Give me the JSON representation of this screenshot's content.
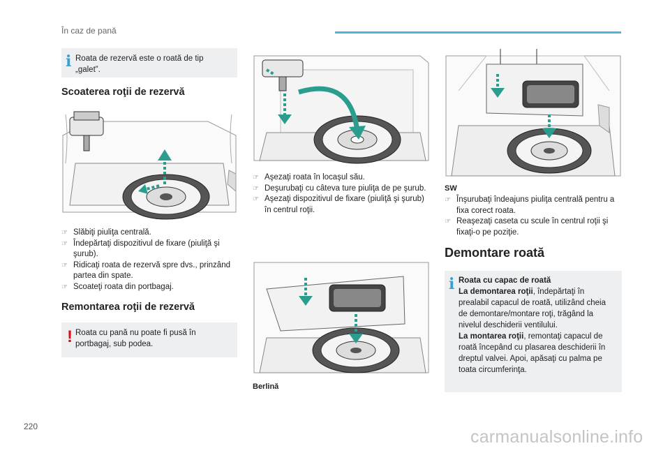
{
  "header": {
    "title": "În caz de pană"
  },
  "page_number": "220",
  "watermark": "carmanualsonline.info",
  "col1": {
    "info_text": "Roata de rezervă este o roată de tip „galet”.",
    "section1_title": "Scoaterea roţii de rezervă",
    "steps1": [
      "Slăbiţi piuliţa centrală.",
      "Îndepărtaţi dispozitivul de fixare (piuliţă şi şurub).",
      "Ridicaţi roata de rezervă spre dvs., prinzând partea din spate.",
      "Scoateţi roata din portbagaj."
    ],
    "section2_title": "Remontarea roţii de rezervă",
    "warning_text": "Roata cu pană nu poate fi pusă în portbagaj, sub podea."
  },
  "col2": {
    "steps": [
      "Aşezaţi roata în locaşul său.",
      "Deşurubaţi cu câteva ture piuliţa de pe şurub.",
      "Aşezaţi dispozitivul de fixare (piuliţă şi şurub) în centrul roţii."
    ],
    "caption": "Berlină"
  },
  "col3": {
    "sw_label": "SW",
    "sw_steps": [
      "Înşurubaţi îndeajuns piuliţa centrală pentru a fixa corect roata.",
      "Reaşezaţi caseta cu scule în centrul roţii şi fixaţi-o pe poziţie."
    ],
    "section_title": "Demontare roată",
    "info_title": "Roata cu capac de roată",
    "info_p1_bold": "La demontarea roţii",
    "info_p1_rest": ", îndepărtaţi în prealabil capacul de roată, utilizând cheia de demontare/montare roţi, trăgând la nivelul deschiderii ventilului.",
    "info_p2_bold": "La montarea roţii",
    "info_p2_rest": ", remontaţi capacul de roată începând cu plasarea deschiderii în dreptul valvei. Apoi, apăsaţi cu palma pe toata circumferinţa."
  },
  "icons": {
    "bullet": "arrow-bullet-icon",
    "info": "info-icon",
    "warning": "warning-icon"
  },
  "colors": {
    "accent": "#4bb7d6",
    "warning": "#e30b17",
    "arrow": "#2a9d8f",
    "info_box": "#edeff0"
  }
}
